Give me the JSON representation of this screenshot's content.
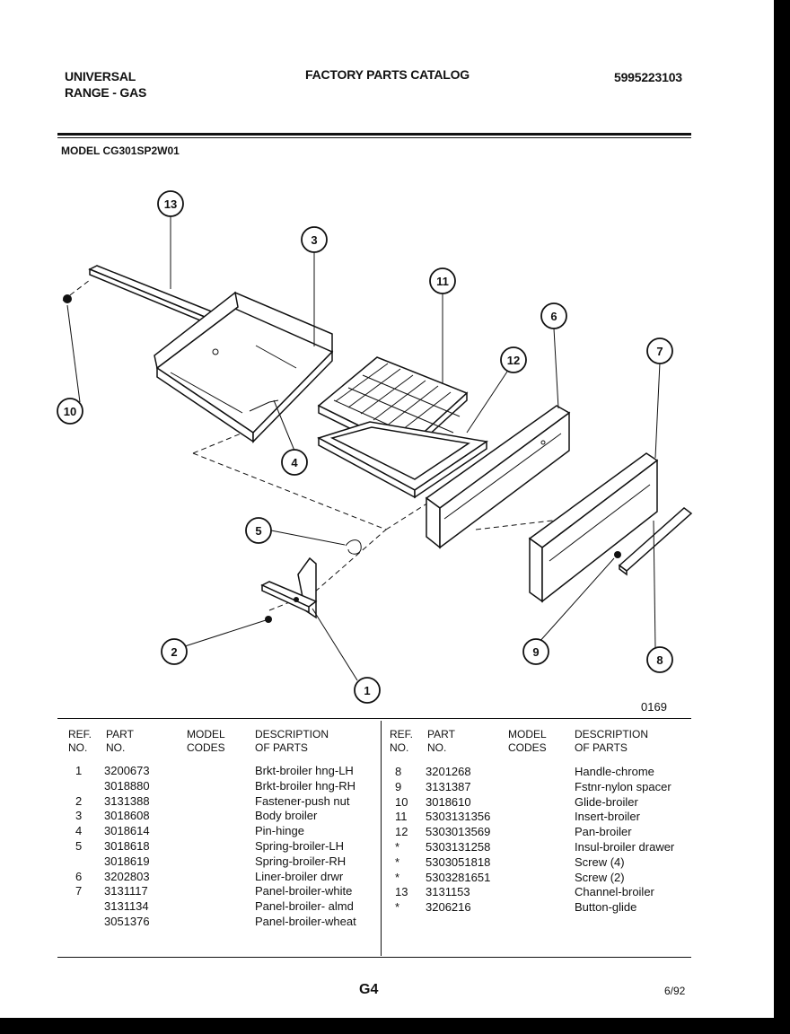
{
  "header": {
    "left_line1": "UNIVERSAL",
    "left_line2": "RANGE - GAS",
    "center": "FACTORY PARTS CATALOG",
    "right": "5995223103"
  },
  "model": "MODEL CG301SP2W01",
  "diagram": {
    "code": "0169",
    "callouts": [
      "1",
      "2",
      "3",
      "4",
      "5",
      "6",
      "7",
      "8",
      "9",
      "10",
      "11",
      "12",
      "13"
    ]
  },
  "table": {
    "headers": {
      "ref_1": "REF.",
      "ref_2": "NO.",
      "part_1": "PART",
      "part_2": "NO.",
      "model_1": "MODEL",
      "model_2": "CODES",
      "desc_1": "DESCRIPTION",
      "desc_2": "OF PARTS"
    },
    "left": {
      "refs": "1\n\n2\n3\n4\n5\n\n6\n7",
      "parts": "3200673\n3018880\n3131388\n3018608\n3018614\n3018618\n3018619\n3202803\n3131117\n3131134\n3051376",
      "descriptions": "Brkt-broiler hng-LH\nBrkt-broiler hng-RH\nFastener-push nut\nBody broiler\nPin-hinge\nSpring-broiler-LH\nSpring-broiler-RH\nLiner-broiler drwr\nPanel-broiler-white\nPanel-broiler- almd\nPanel-broiler-wheat"
    },
    "right": {
      "refs": "8\n9\n10\n11\n12\n*\n*\n*\n13\n*",
      "parts": "3201268\n3131387\n3018610\n5303131356\n5303013569\n5303131258\n5303051818\n5303281651\n3131153\n3206216",
      "descriptions": "Handle-chrome\nFstnr-nylon spacer\nGlide-broiler\nInsert-broiler\nPan-broiler\nInsul-broiler drawer\nScrew (4)\nScrew (2)\nChannel-broiler\nButton-glide"
    }
  },
  "footer": {
    "page": "G4",
    "date": "6/92"
  }
}
